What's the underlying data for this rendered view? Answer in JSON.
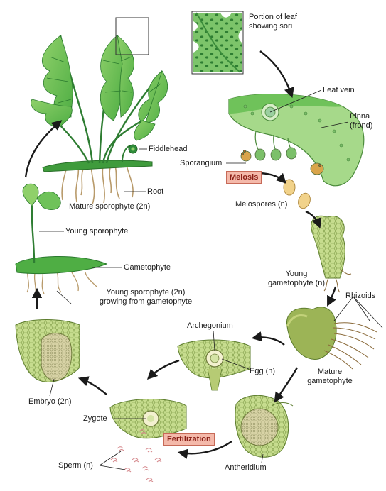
{
  "labels": {
    "portion_of_leaf": "Portion of leaf\nshowing sori",
    "leaf_vein": "Leaf vein",
    "pinna": "Pinna\n(frond)",
    "fiddlehead": "Fiddlehead",
    "sporangium": "Sporangium",
    "meiosis": "Meiosis",
    "root": "Root",
    "mature_sporophyte": "Mature sporophyte (2n)",
    "meiospores": "Meiospores (n)",
    "young_sporophyte": "Young sporophyte",
    "gametophyte": "Gametophyte",
    "young_gametophyte": "Young\ngametophyte (n)",
    "young_sporophyte_growing": "Young sporophyte (2n)\ngrowing from gametophyte",
    "rhizoids": "Rhizoids",
    "archegonium": "Archegonium",
    "egg": "Egg (n)",
    "mature_gametophyte": "Mature\ngametophyte",
    "embryo": "Embryo (2n)",
    "zygote": "Zygote",
    "fertilization": "Fertilization",
    "sperm": "Sperm (n)",
    "antheridium": "Antheridium"
  },
  "colors": {
    "dark_green": "#2e8b3a",
    "mid_green": "#5cb848",
    "light_green": "#c6dc8e",
    "cell_green": "#b8d27a",
    "root_tan": "#b89a6a",
    "spore_tan": "#e8c878",
    "highlight_box_fill": "#f4b9aa",
    "highlight_box_text": "#8a1f16",
    "arrow": "#1a1a1a"
  }
}
